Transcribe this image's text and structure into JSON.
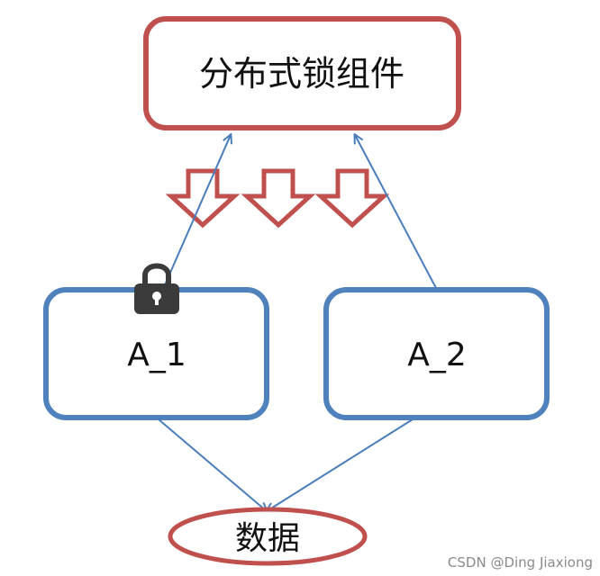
{
  "diagram": {
    "top_component": "分布式锁组件",
    "node_a1": "A_1",
    "node_a2": "A_2",
    "data_store": "数据"
  },
  "colors": {
    "red": "#c0504d",
    "blue": "#4f81bd",
    "arrow_line": "#4a7ebb",
    "lock": "#3b3b3b"
  },
  "icons": {
    "lock": "padlock-icon",
    "down_arrow": "hollow-down-arrow-icon"
  },
  "watermark": "CSDN @Ding Jiaxiong"
}
